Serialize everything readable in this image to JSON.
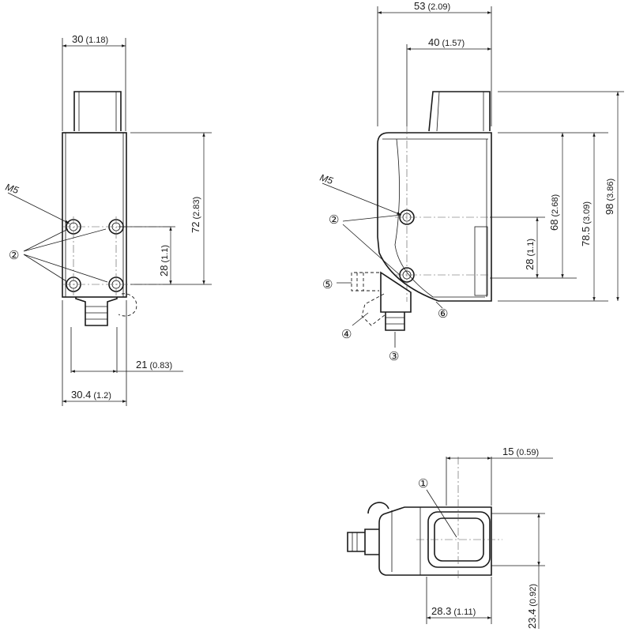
{
  "front_view": {
    "width_top": {
      "value": "30",
      "inch": "(1.18)"
    },
    "height": {
      "value": "72",
      "inch": "(2.83)"
    },
    "hole_spacing": {
      "value": "28",
      "inch": "(1.1)"
    },
    "connector_offset": {
      "value": "21",
      "inch": "(0.83)"
    },
    "width_bottom": {
      "value": "30.4",
      "inch": "(1.2)"
    },
    "thread_label": "M5",
    "callout_2": "②"
  },
  "side_view": {
    "overall_width": {
      "value": "53",
      "inch": "(2.09)"
    },
    "width_to_housing": {
      "value": "40",
      "inch": "(1.57)"
    },
    "total_height": {
      "value": "98",
      "inch": "(3.86)"
    },
    "height_78": {
      "value": "78.5",
      "inch": "(3.09)"
    },
    "height_68": {
      "value": "68",
      "inch": "(2.68)"
    },
    "hole_spacing": {
      "value": "28",
      "inch": "(1.1)"
    },
    "thread_label": "M5",
    "callout_2": "②",
    "callout_3": "③",
    "callout_4": "④",
    "callout_5": "⑤",
    "callout_6": "⑥"
  },
  "bottom_view": {
    "offset_15": {
      "value": "15",
      "inch": "(0.59)"
    },
    "width_28": {
      "value": "28.3",
      "inch": "(1.11)"
    },
    "height_23": {
      "value": "23.4",
      "inch": "(0.92)"
    },
    "callout_1": "①"
  }
}
